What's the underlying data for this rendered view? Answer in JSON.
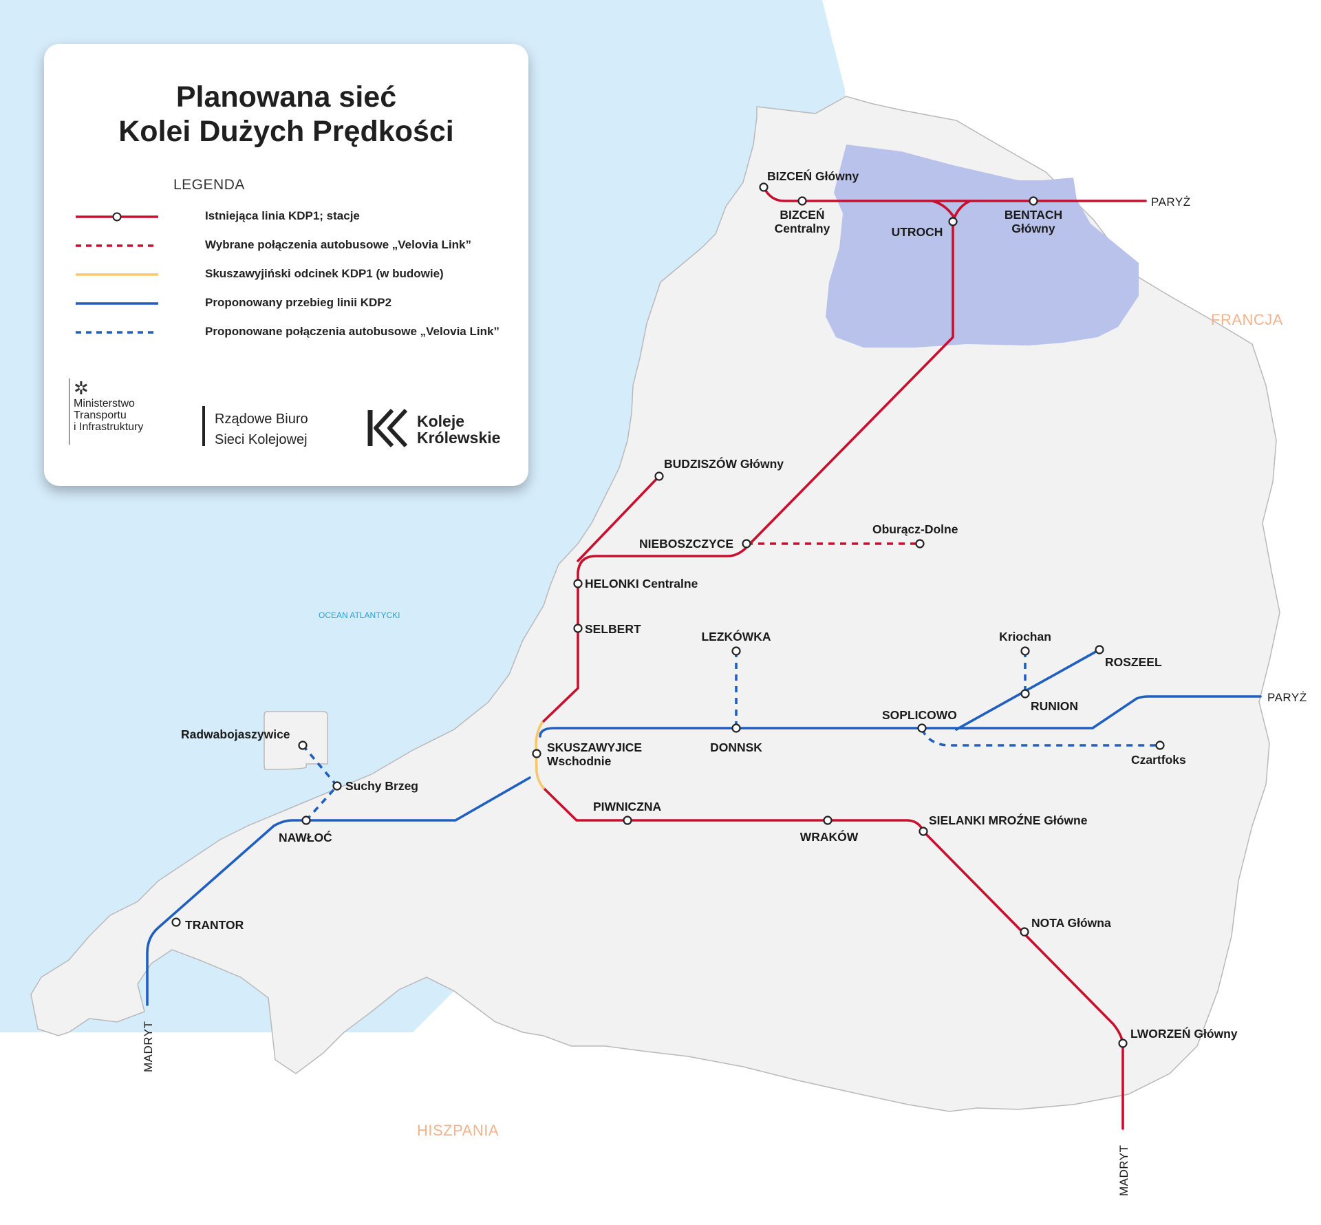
{
  "title": {
    "line1": "Planowana sieć",
    "line2": "Kolei Dużych Prędkości"
  },
  "legend": {
    "heading": "LEGENDA",
    "items": [
      {
        "label": "Istniejąca linia KDP1; stacje",
        "color": "#c8102e",
        "style": "solid-with-station"
      },
      {
        "label": "Wybrane połączenia autobusowe „Velovia Link”",
        "color": "#c8102e",
        "style": "dashed"
      },
      {
        "label": "Skuszawyjiński odcinek KDP1 (w budowie)",
        "color": "#f6c86a",
        "style": "solid"
      },
      {
        "label": "Proponowany przebieg linii KDP2",
        "color": "#1f5fbf",
        "style": "solid"
      },
      {
        "label": "Proponowane połączenia autobusowe „Velovia Link”",
        "color": "#1f5fbf",
        "style": "dashed"
      }
    ]
  },
  "logos": {
    "ministry": {
      "line1": "Ministerstwo",
      "line2": "Transportu",
      "line3": "i Infrastruktury",
      "icon": "flower-icon"
    },
    "rbsk": {
      "line1": "Rządowe Biuro",
      "line2": "Sieci Kolejowej"
    },
    "kk": {
      "line1": "Koleje",
      "line2": "Królewskie"
    }
  },
  "colors": {
    "sea": "#d5ecfa",
    "land": "#f2f2f2",
    "land_border": "#b9b9b9",
    "metro_area": "#b9c2ea",
    "kdp1": "#c8102e",
    "kdp2": "#1f5fbf",
    "construction": "#f6c86a"
  },
  "countries": {
    "france": "FRANCJA",
    "spain": "HISZPANIA"
  },
  "ocean": "OCEAN ATLANTYCKI",
  "line_ends": {
    "paris_north": "PARYŻ",
    "paris_east": "PARYŻ",
    "madrid_west": "MADRYT",
    "madrid_south": "MADRYT"
  },
  "stations": {
    "bizcen_glowny": "BIZCEŃ Główny",
    "bizcen_centralny_1": "BIZCEŃ",
    "bizcen_centralny_2": "Centralny",
    "utroch": "UTROCH",
    "bentach_1": "BENTACH",
    "bentach_2": "Główny",
    "budziszow": "BUDZISZÓW Główny",
    "nieboszczyce": "NIEBOSZCZYCE",
    "oburacz": "Oburącz-Dolne",
    "helonki": "HELONKI Centralne",
    "selbert": "SELBERT",
    "lezkowka": "LEZKÓWKA",
    "kriochan": "Kriochan",
    "roszeel": "ROSZEEL",
    "runion": "RUNION",
    "soplicowo": "SOPLICOWO",
    "czartfoks": "Czartfoks",
    "skuszawyjice_1": "SKUSZAWYJICE",
    "skuszawyjice_2": "Wschodnie",
    "donnsk": "DONNSK",
    "radwabojaszywice": "Radwabojaszywice",
    "suchy_brzeg": "Suchy Brzeg",
    "nawloc": "NAWŁOĆ",
    "piwniczna": "PIWNICZNA",
    "wrakow": "WRAKÓW",
    "sielanki": "SIELANKI MROŹNE Główne",
    "trantor": "TRANTOR",
    "nota": "NOTA Główna",
    "lworzen": "LWORZEŃ Główny"
  }
}
